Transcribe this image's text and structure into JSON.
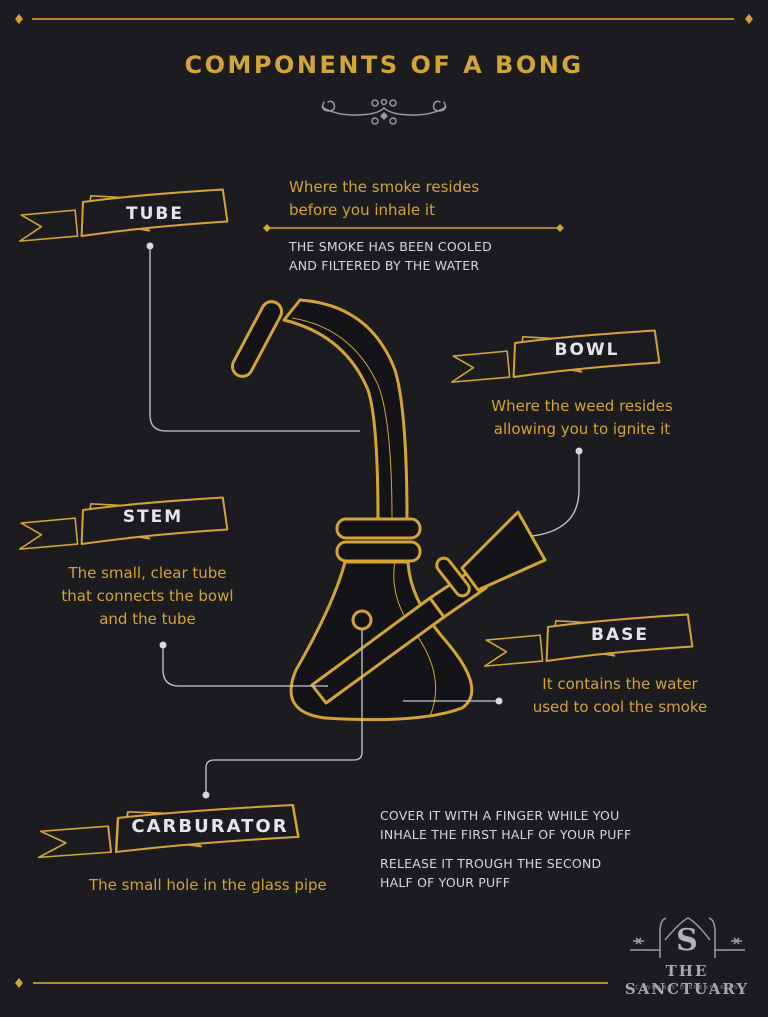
{
  "title": "COMPONENTS OF A BONG",
  "colors": {
    "background": "#1c1b20",
    "gold": "#d2a534",
    "label_white": "#e6e6ea",
    "leader_line": "#c8c8cc",
    "ornament": "#9a9aa0"
  },
  "components": [
    {
      "name": "TUBE",
      "description": [
        "Where the smoke resides",
        "before you inhale it"
      ],
      "notes": [
        "THE SMOKE HAS BEEN COOLED",
        "AND FILTERED BY THE WATER"
      ]
    },
    {
      "name": "BOWL",
      "description": [
        "Where the weed resides",
        "allowing you to ignite it"
      ]
    },
    {
      "name": "STEM",
      "description": [
        "The small, clear tube",
        "that connects the bowl",
        "and the tube"
      ]
    },
    {
      "name": "BASE",
      "description": [
        "It contains the water",
        "used to cool the smoke"
      ]
    },
    {
      "name": "CARBURATOR",
      "description": [
        "The small hole in the glass pipe"
      ],
      "notes": [
        "COVER IT WITH A FINGER WHILE YOU",
        "INHALE THE FIRST HALF OF YOUR PUFF",
        "RELEASE IT TROUGH THE SECOND",
        "HALF OF YOUR PUFF"
      ]
    }
  ],
  "logo": {
    "icon": "sanctuary-s-crest-icon",
    "name": "THE SANCTUARY",
    "tagline": "CANNABIS DISPENSARIES"
  },
  "icons": {
    "divider_ornament": "scroll-flourish-icon",
    "banner": "ribbon-banner-icon",
    "diamond": "diamond-icon",
    "illustration": "bong-illustration-icon"
  }
}
